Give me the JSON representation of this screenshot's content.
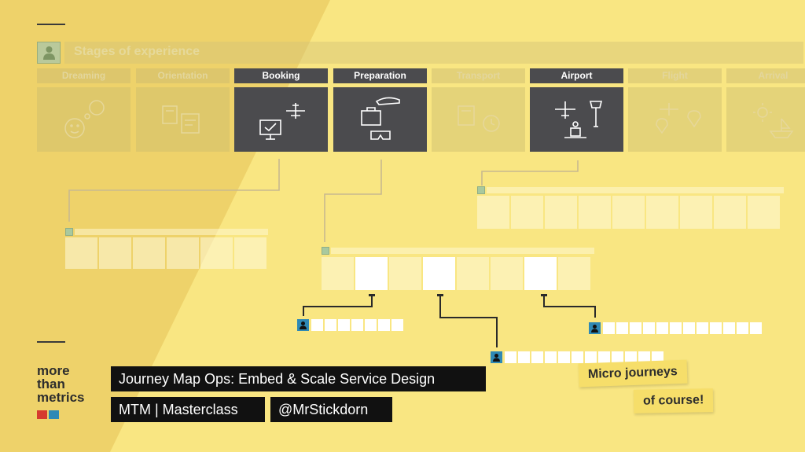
{
  "title_bar": {
    "label": "Stages of experience"
  },
  "stages": [
    {
      "label": "Dreaming",
      "active": false,
      "icon": "dream-icon"
    },
    {
      "label": "Orientation",
      "active": false,
      "icon": "notes-icon"
    },
    {
      "label": "Booking",
      "active": true,
      "icon": "booking-icon"
    },
    {
      "label": "Preparation",
      "active": true,
      "icon": "luggage-icon"
    },
    {
      "label": "Transport",
      "active": false,
      "icon": "transport-icon"
    },
    {
      "label": "Airport",
      "active": true,
      "icon": "airport-icon"
    },
    {
      "label": "Flight",
      "active": false,
      "icon": "flight-icon"
    },
    {
      "label": "Arrival",
      "active": false,
      "icon": "arrival-icon"
    }
  ],
  "branding": {
    "line1": "more",
    "line2": "than",
    "line3": "metrics"
  },
  "banner": {
    "title": "Journey Map Ops: Embed & Scale Service Design",
    "subtitle_left": "MTM | Masterclass",
    "subtitle_right": "@MrStickdorn"
  },
  "note": {
    "line1": "Micro journeys",
    "line2": "of course!"
  },
  "colors": {
    "background": "#fbe989",
    "card_active": "#4b4b4e",
    "person_marker": "#2f89b5",
    "banner": "#111111"
  }
}
